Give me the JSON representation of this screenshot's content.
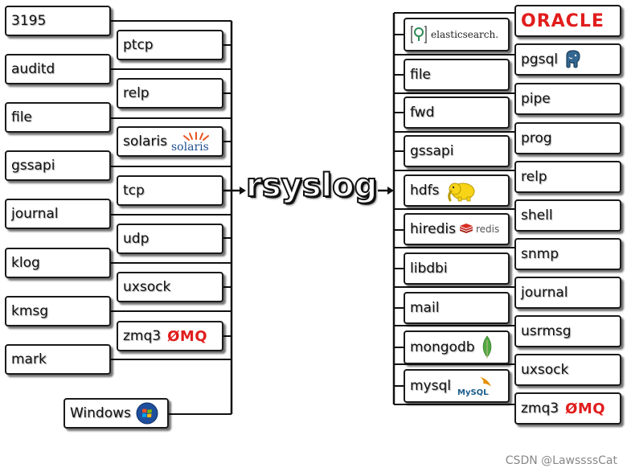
{
  "center": {
    "label": "rsyslog"
  },
  "inputs": [
    {
      "id": "3195",
      "label": "3195"
    },
    {
      "id": "ptcp",
      "label": "ptcp"
    },
    {
      "id": "auditd",
      "label": "auditd"
    },
    {
      "id": "relp",
      "label": "relp"
    },
    {
      "id": "file",
      "label": "file"
    },
    {
      "id": "solaris",
      "label": "solaris",
      "logo": "solaris"
    },
    {
      "id": "gssapi",
      "label": "gssapi"
    },
    {
      "id": "tcp",
      "label": "tcp"
    },
    {
      "id": "journal",
      "label": "journal"
    },
    {
      "id": "udp",
      "label": "udp"
    },
    {
      "id": "klog",
      "label": "klog"
    },
    {
      "id": "uxsock",
      "label": "uxsock"
    },
    {
      "id": "kmsg",
      "label": "kmsg"
    },
    {
      "id": "zmq3",
      "label": "zmq3",
      "logo_text": "ØMQ"
    },
    {
      "id": "mark",
      "label": "mark"
    },
    {
      "id": "windows",
      "label": "Windows",
      "icon": "windows-logo-icon"
    }
  ],
  "outputs": [
    {
      "id": "elasticsearch",
      "label": "",
      "logo_text": "elasticsearch.",
      "icon": "elasticsearch-icon"
    },
    {
      "id": "oracle",
      "label": "",
      "logo_text": "ORACLE"
    },
    {
      "id": "pgsql",
      "label": "pgsql",
      "icon": "postgresql-elephant-icon"
    },
    {
      "id": "file",
      "label": "file"
    },
    {
      "id": "pipe",
      "label": "pipe"
    },
    {
      "id": "fwd",
      "label": "fwd"
    },
    {
      "id": "prog",
      "label": "prog"
    },
    {
      "id": "gssapi",
      "label": "gssapi"
    },
    {
      "id": "relp",
      "label": "relp"
    },
    {
      "id": "hdfs",
      "label": "hdfs",
      "icon": "hadoop-elephant-icon"
    },
    {
      "id": "shell",
      "label": "shell"
    },
    {
      "id": "hiredis",
      "label": "hiredis",
      "logo_text": "redis",
      "icon": "redis-icon"
    },
    {
      "id": "snmp",
      "label": "snmp"
    },
    {
      "id": "libdbi",
      "label": "libdbi"
    },
    {
      "id": "journal",
      "label": "journal"
    },
    {
      "id": "mail",
      "label": "mail"
    },
    {
      "id": "usrmsg",
      "label": "usrmsg"
    },
    {
      "id": "mongodb",
      "label": "mongodb",
      "icon": "mongodb-leaf-icon"
    },
    {
      "id": "uxsock",
      "label": "uxsock"
    },
    {
      "id": "mysql",
      "label": "mysql",
      "logo_text": "MySQL",
      "icon": "mysql-dolphin-icon"
    },
    {
      "id": "zmq3",
      "label": "zmq3",
      "logo_text": "ØMQ"
    }
  ],
  "watermark": "CSDN @LawssssCat",
  "colors": {
    "line": "#111111",
    "box_border": "#1a1a1a",
    "accent_red": "#e11d1d",
    "solaris_blue": "#1d4f8f"
  }
}
